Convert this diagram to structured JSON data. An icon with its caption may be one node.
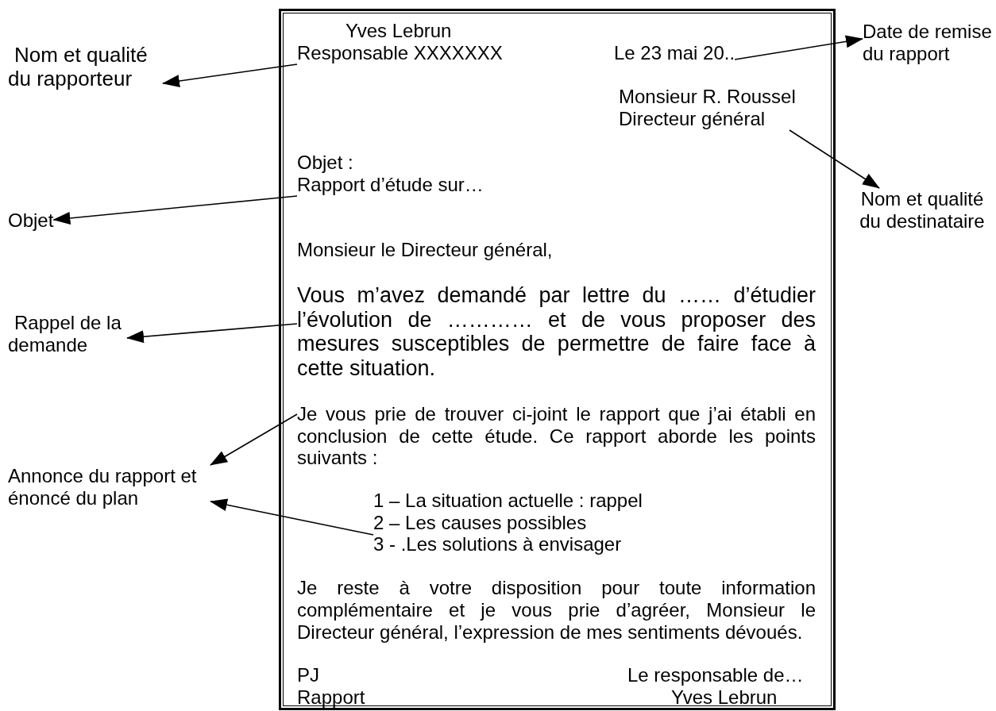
{
  "diagram": {
    "nodes": [
      {
        "text": [],
        "shape": "box"
      },
      {
        "text": [
          "Yves Lebrun",
          "Responsable XXXXXXX"
        ],
        "in": 0
      },
      {
        "text": [
          "Le 23 mai 20.."
        ],
        "in": 0
      },
      {
        "text": [
          "Monsieur R. Roussel",
          "Directeur général"
        ],
        "in": 0
      },
      {
        "text": [
          "Objet :",
          "Rapport d’étude sur…"
        ],
        "in": 0
      },
      {
        "text": [
          "Monsieur le Directeur général,"
        ],
        "in": 0
      },
      {
        "text": [
          "Vous m’avez demandé par lettre du …… d’étudier l’évolution de ………… et de vous proposer des mesures susceptibles de permettre de faire face à cette situation."
        ],
        "in": 0
      },
      {
        "text": [
          "Je vous prie de trouver ci-joint le rapport que j’ai établi en conclusion de cette étude. Ce rapport aborde les points suivants :"
        ],
        "in": 0
      },
      {
        "text": [
          "1 – La situation actuelle : rappel",
          "2 – Les causes possibles",
          "3 - .Les solutions à envisager"
        ],
        "in": 0
      },
      {
        "text": [
          "Nom et qualité du rapporteur"
        ]
      },
      {
        "text": [
          "Date de remise du rapport"
        ]
      },
      {
        "text": [
          "Nom et qualité du destinataire"
        ]
      },
      {
        "text": [
          "Objet"
        ]
      },
      {
        "text": [
          "Rappel de la demande"
        ]
      },
      {
        "text": [
          "Annonce du rapport et énoncé du plan"
        ]
      }
    ],
    "edges": [
      {
        "from": 1,
        "to": 9,
        "arrow": "to"
      },
      {
        "from": 2,
        "to": 10,
        "arrow": "to"
      },
      {
        "from": 3,
        "to": 11,
        "arrow": "to"
      },
      {
        "from": 4,
        "to": 12,
        "arrow": "to"
      },
      {
        "from": 6,
        "to": 13,
        "arrow": "to"
      },
      {
        "from": 7,
        "to": 14,
        "arrow": "to"
      },
      {
        "from": 8,
        "to": 14,
        "arrow": "to"
      }
    ],
    "labels": [
      "Je reste à votre disposition pour toute information complémentaire et je vous prie d’agréer, Monsieur le Directeur général, l’expression de mes sentiments dévoués.",
      "PJ",
      "Le responsable de…",
      "Rapport",
      "Yves Lebrun"
    ]
  }
}
